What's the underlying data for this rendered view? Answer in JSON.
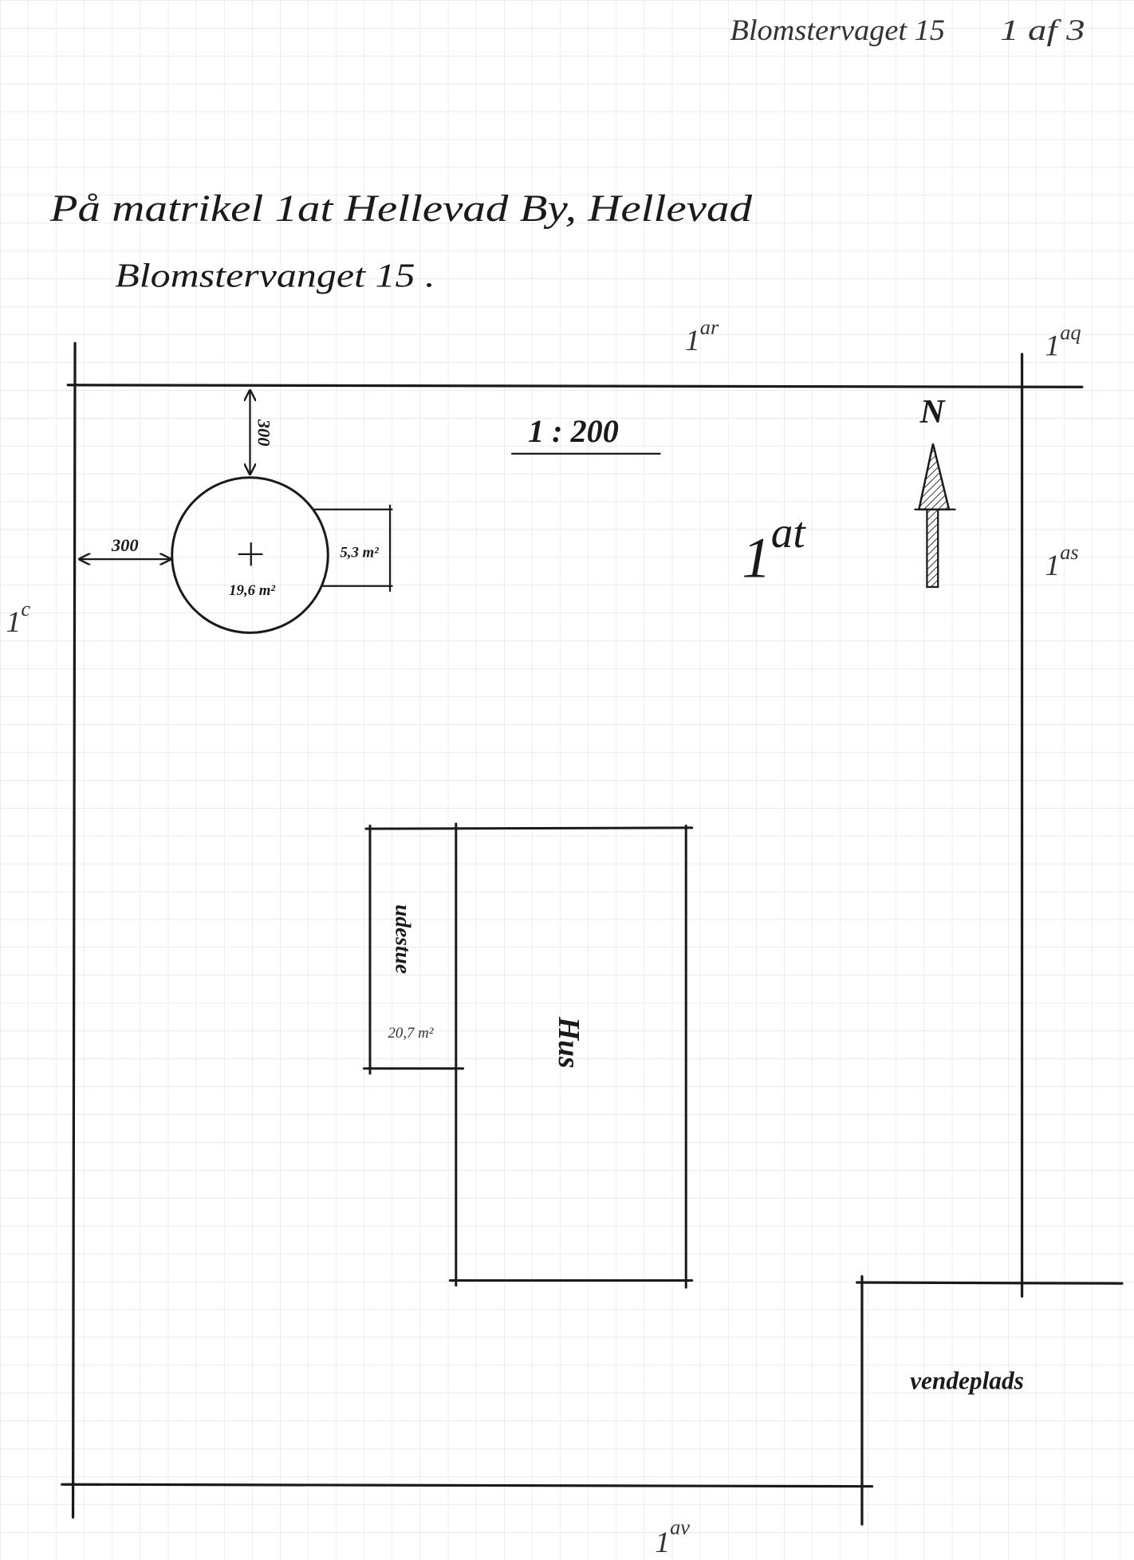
{
  "header": {
    "address": "Blomstervaget 15",
    "page": "1 af 3"
  },
  "title": {
    "line1": "På matrikel 1at Hellevad By, Hellevad",
    "line2": "Blomstervanget 15 ."
  },
  "plan": {
    "scale": "1 : 200",
    "parcel": {
      "base": "1",
      "sup": "at"
    },
    "neighbors": {
      "north": {
        "base": "1",
        "sup": "ar"
      },
      "north_east": {
        "base": "1",
        "sup": "aq"
      },
      "east": {
        "base": "1",
        "sup": "as"
      },
      "west": {
        "base": "1",
        "sup": "c"
      },
      "south": {
        "base": "1",
        "sup": "av"
      }
    },
    "north_arrow": {
      "label": "N"
    },
    "circle": {
      "area": "19,6 m²",
      "distance_top": "300",
      "distance_left": "300",
      "adjacent_area": "5,3 m²"
    },
    "house": {
      "label": "Hus"
    },
    "conservatory": {
      "label": "udestue",
      "area": "20,7 m²"
    },
    "turning_area": {
      "label": "vendeplads"
    }
  },
  "colors": {
    "ink": "#1a1a1a",
    "grid": "#dcdfe3",
    "paper": "#ffffff"
  }
}
